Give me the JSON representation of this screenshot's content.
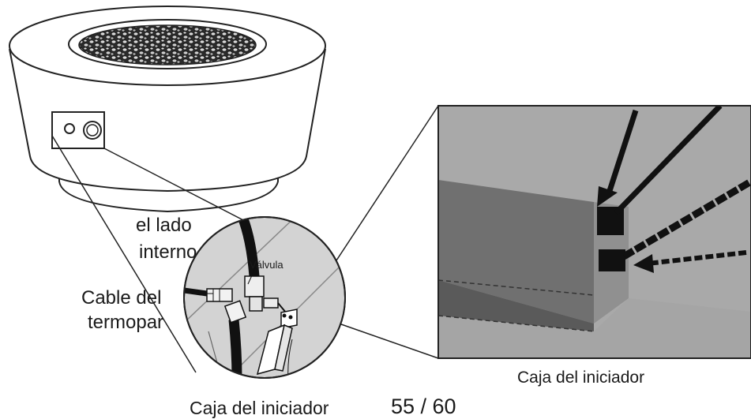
{
  "labels": {
    "lado_line1": "el lado",
    "lado_line2": "interno",
    "valvula": "Válvula",
    "cable_line1": "Cable del",
    "cable_line2": "termopar",
    "caja_right": "Caja del iniciador",
    "caja_bottom": "Caja del iniciador"
  },
  "page_number": "55 / 60"
}
